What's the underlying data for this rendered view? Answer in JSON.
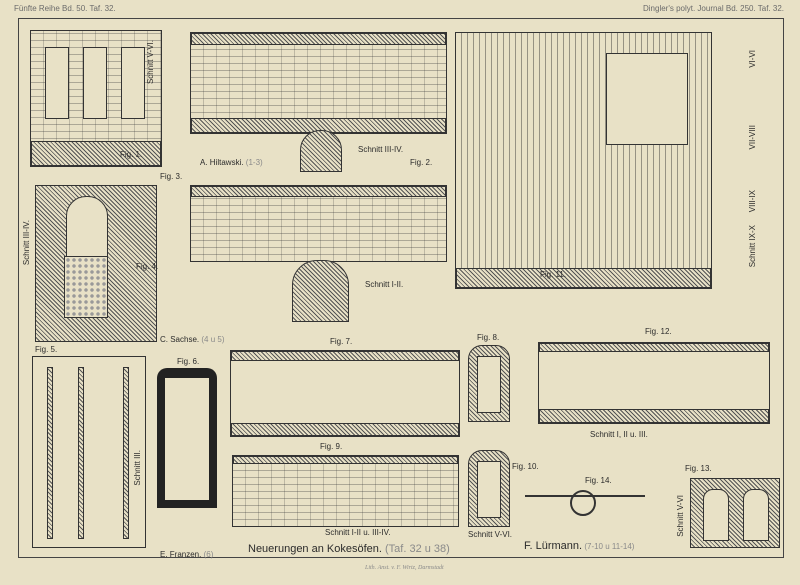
{
  "header": {
    "left": "Fünfte Reihe Bd. 50. Taf. 32.",
    "right": "Dingler's polyt. Journal Bd. 250. Taf. 32."
  },
  "figures": [
    "Fig. 1.",
    "Fig. 2.",
    "Fig. 3.",
    "Fig. 4.",
    "Fig. 5.",
    "Fig. 6.",
    "Fig. 7.",
    "Fig. 8.",
    "Fig. 9.",
    "Fig. 10.",
    "Fig. 11.",
    "Fig. 12.",
    "Fig. 13.",
    "Fig. 14."
  ],
  "authors": {
    "hiltawski": "A. Hiltawski.",
    "hiltawski_ref": "(1-3)",
    "sachse": "C. Sachse.",
    "sachse_ref": "(4 u 5)",
    "franzen": "E. Franzen.",
    "franzen_ref": "(6)",
    "luermann": "F. Lürmann.",
    "luermann_ref": "(7-10 u 11-14)"
  },
  "sections": {
    "s1": "Schnitt V-VI.",
    "s2": "Schnitt III-IV.",
    "s3": "Schnitt I-II.",
    "s4": "Schnitt III-IV.",
    "s5": "Schnitt III.",
    "s6": "Schnitt I-II u. III-IV.",
    "s7": "Schnitt V-VI.",
    "s8": "Schnitt I, II u. III.",
    "s9": "Schnitt IX-X",
    "s10": "Schnitt V-VI",
    "r1": "VI-VI",
    "r2": "VII-VIII",
    "r3": "VIII-IX"
  },
  "title": {
    "main": "Neuerungen an Kokesöfen.",
    "ref": "(Taf. 32 u 38)"
  },
  "imprint": "Lith. Anst. v. F. Wirtz, Darmstadt"
}
